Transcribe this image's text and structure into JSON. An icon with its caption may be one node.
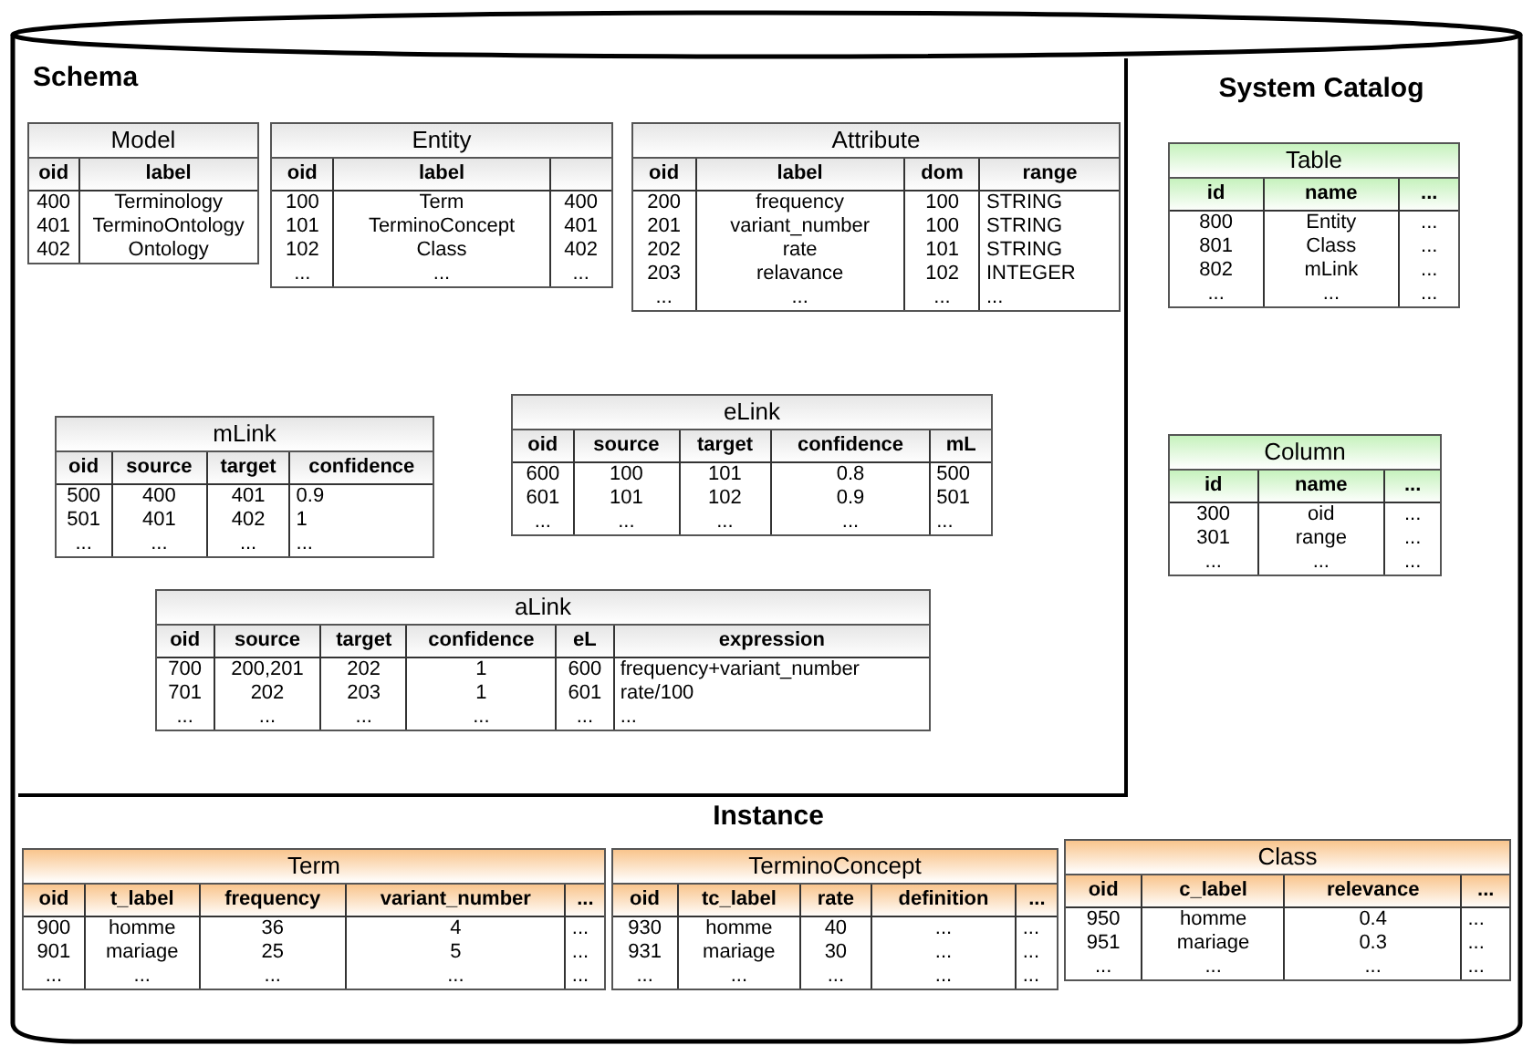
{
  "diagram": {
    "nodes": [
      {
        "text": [],
        "shape": "cylinder"
      },
      {
        "text": [
          "Schema"
        ],
        "in": 0
      },
      {
        "text": [
          "Model",
          "oid",
          "label",
          "400",
          "Terminology",
          "401",
          "TerminoOntology",
          "402",
          "Ontology"
        ],
        "in": 1
      },
      {
        "text": [
          "Entity",
          "oid",
          "label",
          "100",
          "Term",
          "400",
          "101",
          "TerminoConcept",
          "401",
          "102",
          "Class",
          "402",
          "...",
          "...",
          "..."
        ],
        "in": 1
      },
      {
        "text": [
          "Attribute",
          "oid",
          "label",
          "dom",
          "range",
          "200",
          "frequency",
          "100",
          "STRING",
          "201",
          "variant_number",
          "100",
          "STRING",
          "202",
          "rate",
          "101",
          "STRING",
          "203",
          "relavance",
          "102",
          "INTEGER",
          "...",
          "...",
          "...",
          "..."
        ],
        "in": 1
      },
      {
        "text": [
          "mLink",
          "oid",
          "source",
          "target",
          "confidence",
          "500",
          "400",
          "401",
          "0.9",
          "501",
          "401",
          "402",
          "1",
          "...",
          "...",
          "...",
          "..."
        ],
        "in": 1
      },
      {
        "text": [
          "eLink",
          "oid",
          "source",
          "target",
          "confidence",
          "mL",
          "600",
          "100",
          "101",
          "0.8",
          "500",
          "601",
          "101",
          "102",
          "0.9",
          "501",
          "...",
          "...",
          "...",
          "...",
          "..."
        ],
        "in": 1
      },
      {
        "text": [
          "aLink",
          "oid",
          "source",
          "target",
          "confidence",
          "eL",
          "expression",
          "700",
          "200,201",
          "202",
          "1",
          "600",
          "frequency+variant_number",
          "701",
          "202",
          "203",
          "1",
          "601",
          "rate/100",
          "...",
          "...",
          "...",
          "...",
          "...",
          "..."
        ],
        "in": 1
      },
      {
        "text": [
          "System Catalog"
        ],
        "in": 0
      },
      {
        "text": [
          "Table",
          "id",
          "name",
          "...",
          "800",
          "Entity",
          "...",
          "801",
          "Class",
          "...",
          "802",
          "mLink",
          "...",
          "...",
          "...",
          "..."
        ],
        "in": 8
      },
      {
        "text": [
          "Column",
          "id",
          "name",
          "...",
          "300",
          "oid",
          "...",
          "301",
          "range",
          "...",
          "...",
          "...",
          "..."
        ],
        "in": 8
      },
      {
        "text": [
          "Instance"
        ],
        "in": 0
      },
      {
        "text": [
          "Term",
          "oid",
          "t_label",
          "frequency",
          "variant_number",
          "...",
          "900",
          "homme",
          "36",
          "4",
          "...",
          "901",
          "mariage",
          "25",
          "5",
          "...",
          "...",
          "...",
          "...",
          "...",
          "..."
        ],
        "in": 11
      },
      {
        "text": [
          "TerminoConcept",
          "oid",
          "tc_label",
          "rate",
          "definition",
          "...",
          "930",
          "homme",
          "40",
          "...",
          "...",
          "931",
          "mariage",
          "30",
          "...",
          "...",
          "...",
          "...",
          "...",
          "...",
          "..."
        ],
        "in": 11
      },
      {
        "text": [
          "Class",
          "oid",
          "c_label",
          "relevance",
          "...",
          "950",
          "homme",
          "0.4",
          "...",
          "951",
          "mariage",
          "0.3",
          "...",
          "...",
          "...",
          "...",
          "..."
        ],
        "in": 11
      }
    ],
    "edges": []
  }
}
